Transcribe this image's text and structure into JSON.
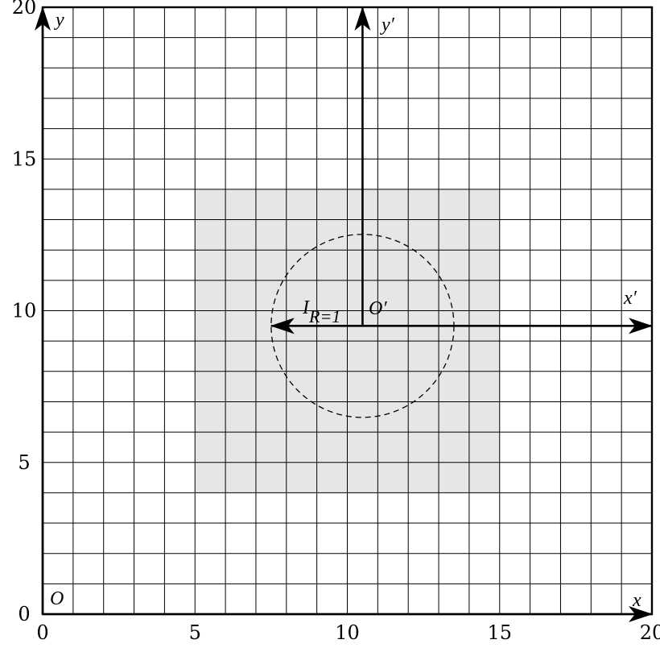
{
  "colors": {
    "shaded_region": "#e6e6e6",
    "grid": "#000000",
    "background": "#ffffff"
  },
  "x_range": [
    0,
    20
  ],
  "y_range": [
    0,
    20
  ],
  "grid_step": 1,
  "x_tick_labels": [
    {
      "value": 0,
      "text": "0"
    },
    {
      "value": 5,
      "text": "5"
    },
    {
      "value": 10,
      "text": "10"
    },
    {
      "value": 15,
      "text": "15"
    },
    {
      "value": 20,
      "text": "20"
    }
  ],
  "y_tick_labels": [
    {
      "value": 0,
      "text": "0"
    },
    {
      "value": 5,
      "text": "5"
    },
    {
      "value": 10,
      "text": "10"
    },
    {
      "value": 15,
      "text": "15"
    },
    {
      "value": 20,
      "text": "20"
    }
  ],
  "shaded_region": {
    "x": [
      5,
      15
    ],
    "y": [
      4,
      14
    ]
  },
  "dashed_circle": {
    "center": [
      10.5,
      9.5
    ],
    "radius": 3
  },
  "primed_origin": [
    10.5,
    9.5
  ],
  "reference_arrow": {
    "from": [
      10.5,
      9.5
    ],
    "to": [
      7.5,
      9.5
    ]
  },
  "labels": {
    "origin": "O",
    "x_axis": "x",
    "y_axis": "y",
    "x_axis_primed": "x′",
    "y_axis_primed": "y′",
    "origin_primed": "O′",
    "arrow_symbol": "I",
    "arrow_subscript": "R=1"
  }
}
